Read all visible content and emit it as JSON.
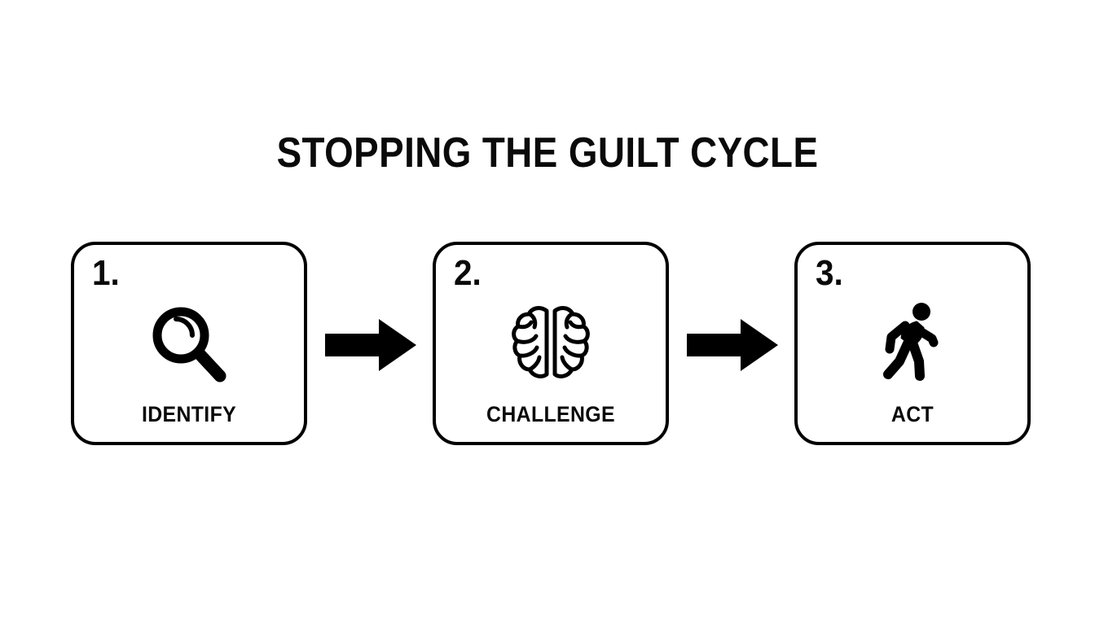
{
  "page": {
    "title": "STOPPING THE GUILT CYCLE",
    "background_color": "#ffffff",
    "ink_color": "#000000"
  },
  "diagram": {
    "type": "horizontal-process-flow",
    "step_count": 3,
    "steps": [
      {
        "number": "1.",
        "label": "IDENTIFY",
        "icon": "magnifying-glass-icon"
      },
      {
        "number": "2.",
        "label": "CHALLENGE",
        "icon": "brain-icon"
      },
      {
        "number": "3.",
        "label": "ACT",
        "icon": "walking-person-icon"
      }
    ],
    "connectors": [
      {
        "icon": "arrow-right-icon",
        "from": "1.",
        "to": "2."
      },
      {
        "icon": "arrow-right-icon",
        "from": "2.",
        "to": "3."
      }
    ]
  }
}
